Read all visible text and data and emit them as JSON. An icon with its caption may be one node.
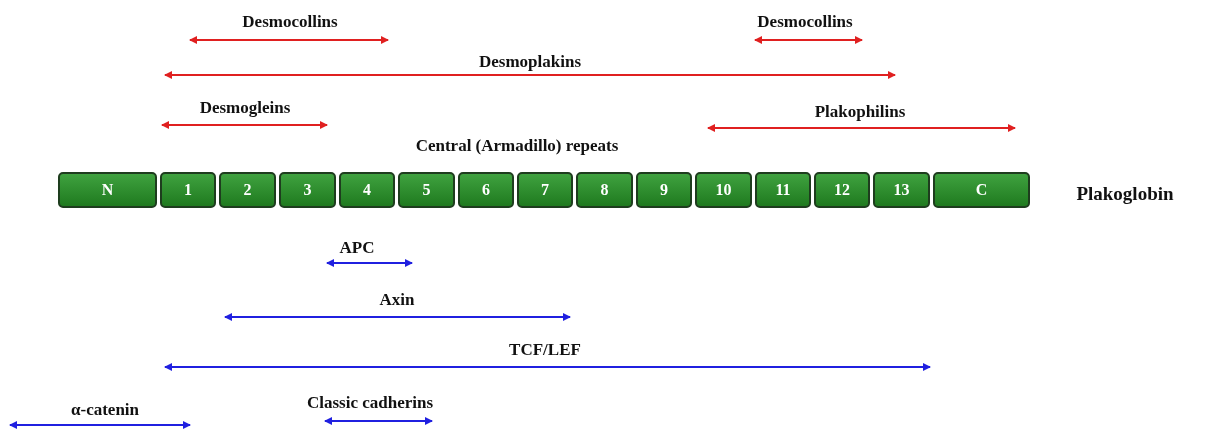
{
  "diagram": {
    "nodes": [
      {
        "text": [
          "N"
        ]
      },
      {
        "text": [
          "1"
        ]
      },
      {
        "text": [
          "2"
        ]
      },
      {
        "text": [
          "3"
        ]
      },
      {
        "text": [
          "4"
        ]
      },
      {
        "text": [
          "5"
        ]
      },
      {
        "text": [
          "6"
        ]
      },
      {
        "text": [
          "7"
        ]
      },
      {
        "text": [
          "8"
        ]
      },
      {
        "text": [
          "9"
        ]
      },
      {
        "text": [
          "10"
        ]
      },
      {
        "text": [
          "11"
        ]
      },
      {
        "text": [
          "12"
        ]
      },
      {
        "text": [
          "13"
        ]
      },
      {
        "text": [
          "C"
        ]
      }
    ],
    "labels": [
      "Desmocollins",
      "Desmocollins",
      "Desmoplakins",
      "Desmogleins",
      "Plakophilins",
      "Central (Armadillo) repeats",
      "Plakoglobin",
      "APC",
      "Axin",
      "TCF/LEF",
      "α-catenin",
      "Classic cadherins"
    ]
  }
}
